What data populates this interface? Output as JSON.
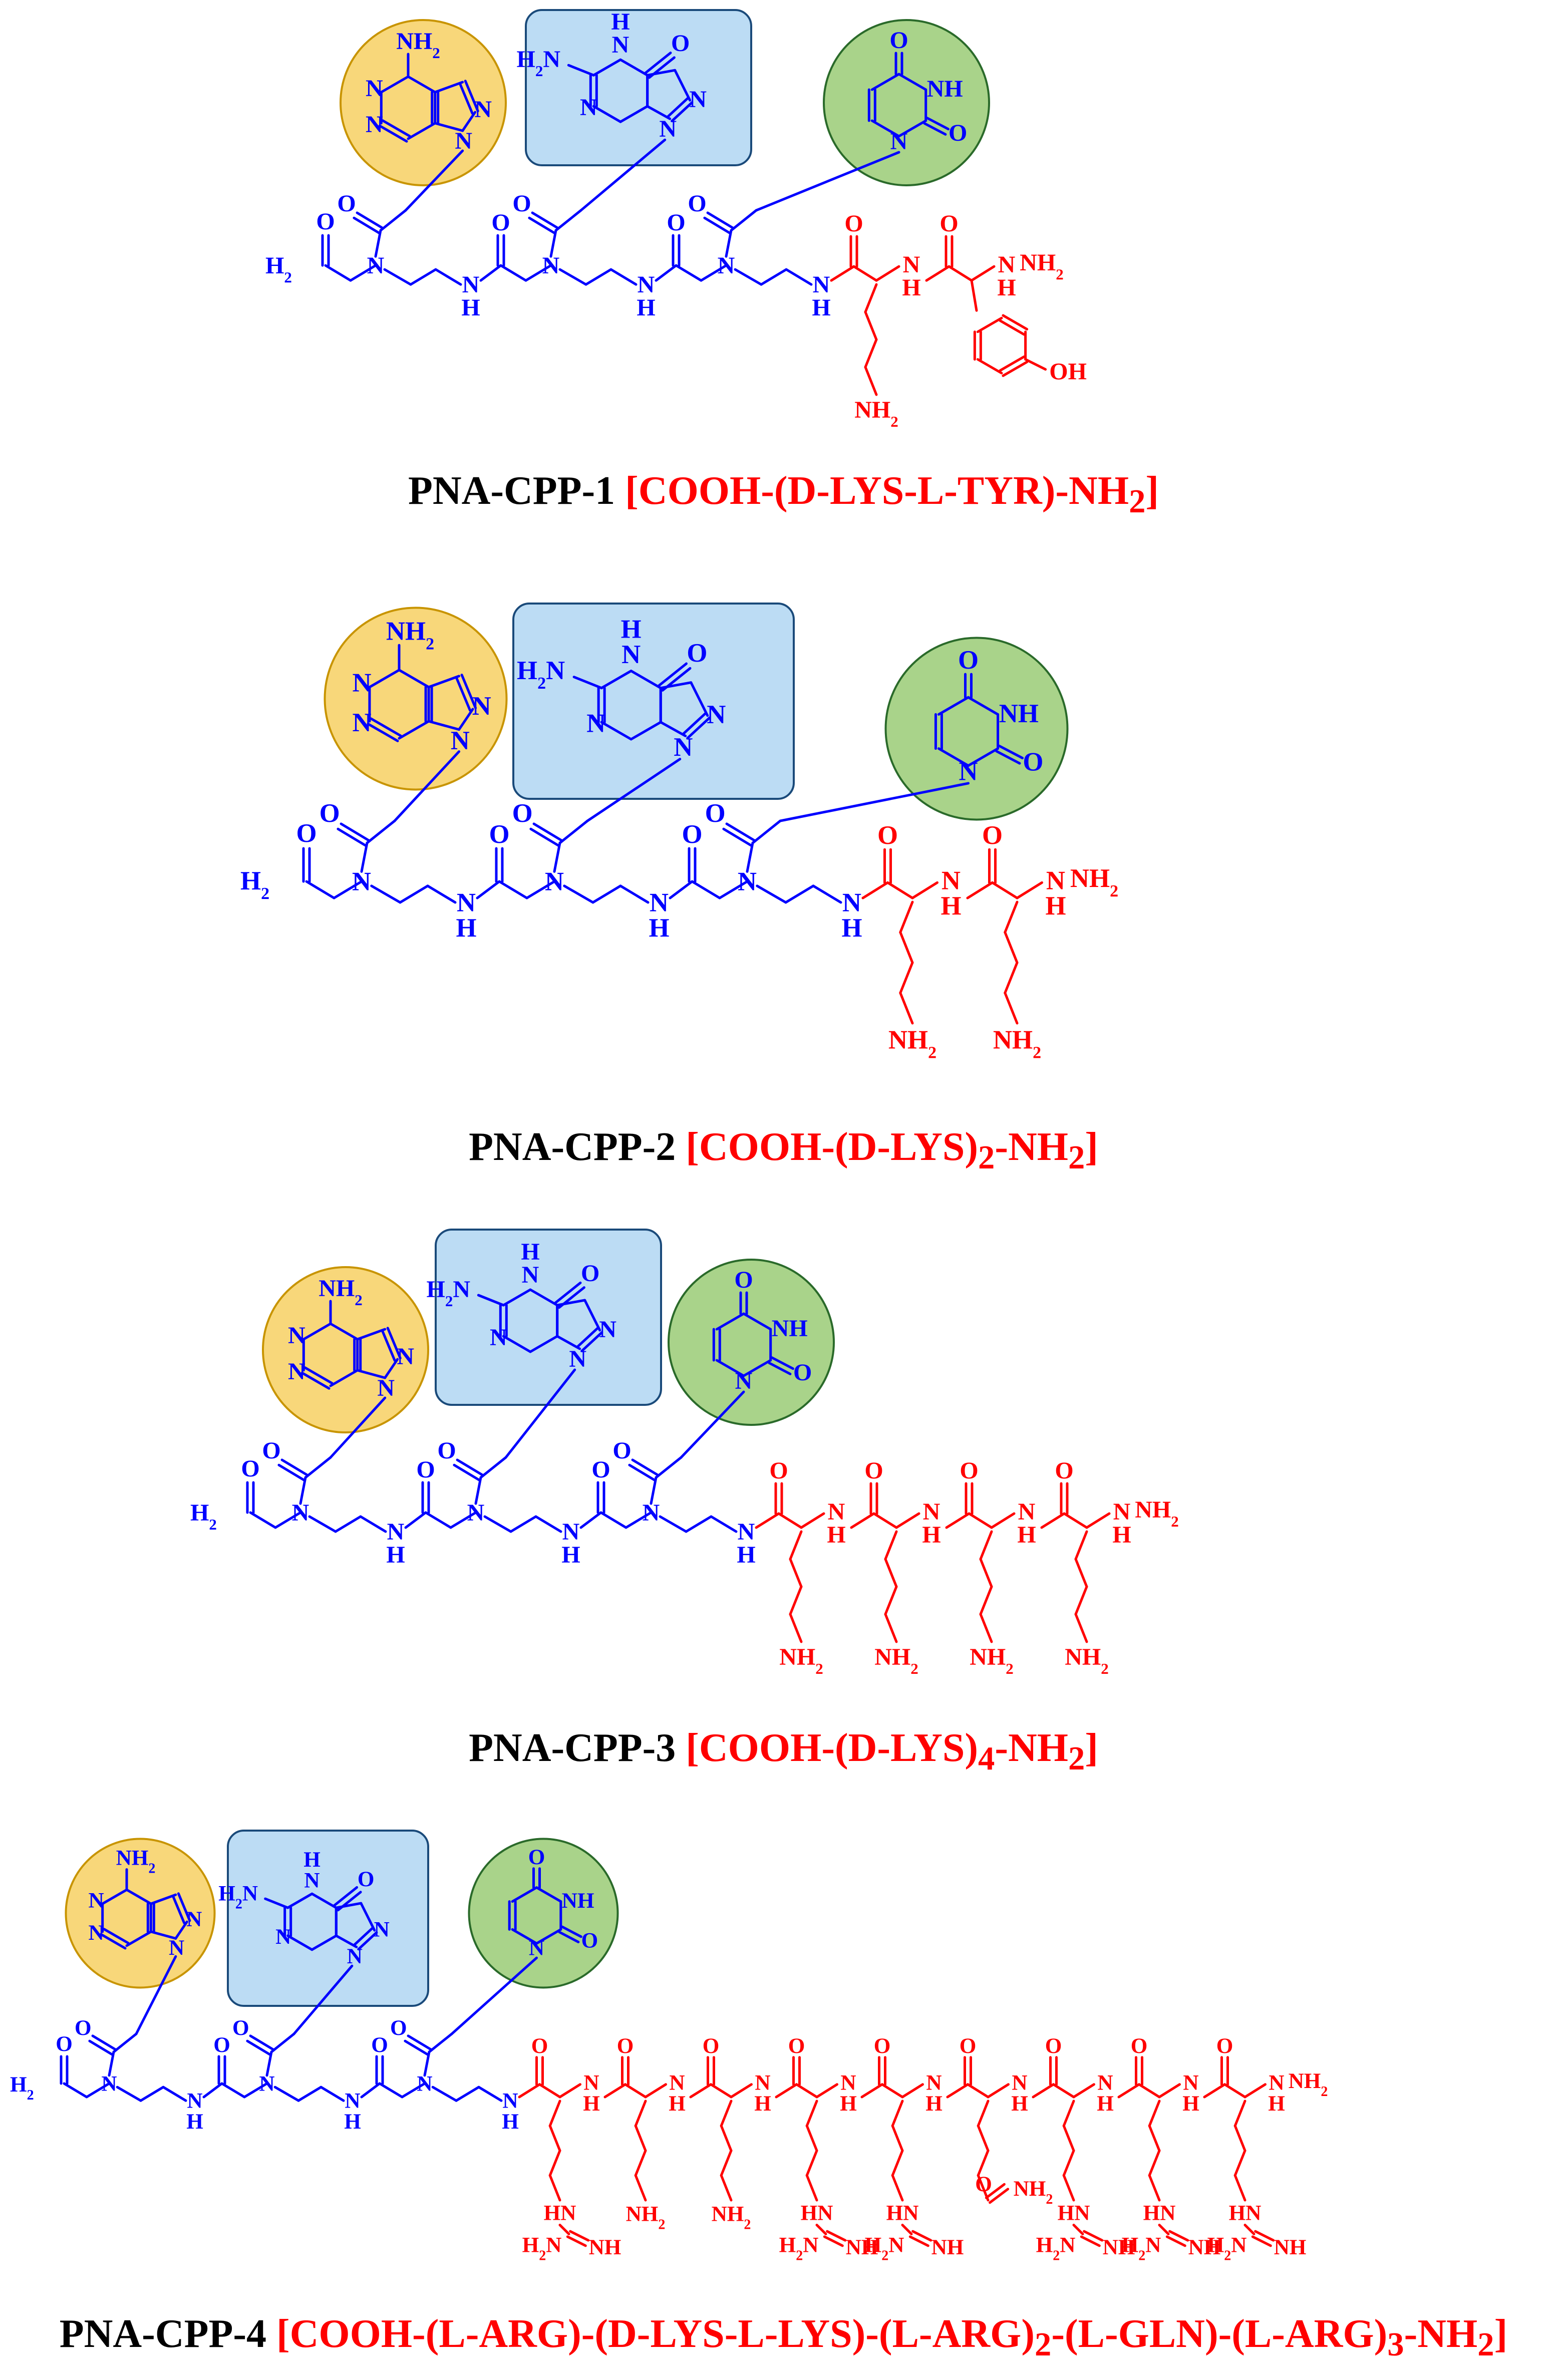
{
  "colors": {
    "pna_backbone": "#0000ff",
    "peptide": "#ff0000",
    "adenine_fill": "#f8d77a",
    "adenine_stroke": "#c89400",
    "guanine_fill": "#bcdcf4",
    "guanine_stroke": "#1a4a7a",
    "uracil_fill": "#a9d38a",
    "uracil_stroke": "#2a6a2a",
    "caption_name": "#000000",
    "caption_seq": "#ff0000"
  },
  "atoms": {
    "nh2": "NH",
    "h2n": "H",
    "sub2": "2",
    "n": "N",
    "h": "H",
    "o": "O",
    "nh": "NH",
    "hn": "HN",
    "oh": "OH"
  },
  "constructs": [
    {
      "id": "pna-cpp-1",
      "name": "PNA-CPP-1",
      "seq_parts": [
        "[COOH-(D-LYS-L-TYR)-NH",
        "2",
        "]"
      ]
    },
    {
      "id": "pna-cpp-2",
      "name": "PNA-CPP-2",
      "seq_parts": [
        "[COOH-(D-LYS)",
        "2",
        "-NH",
        "2",
        "]"
      ]
    },
    {
      "id": "pna-cpp-3",
      "name": "PNA-CPP-3",
      "seq_parts": [
        "[COOH-(D-LYS)",
        "4",
        "-NH",
        "2",
        "]"
      ]
    },
    {
      "id": "pna-cpp-4",
      "name": "PNA-CPP-4",
      "seq_parts": [
        "[COOH-(L-ARG)-(D-LYS-L-LYS)-(L-ARG)",
        "2",
        "-(L-GLN)-(L-ARG)",
        "3",
        "-NH",
        "2",
        "]"
      ]
    }
  ]
}
